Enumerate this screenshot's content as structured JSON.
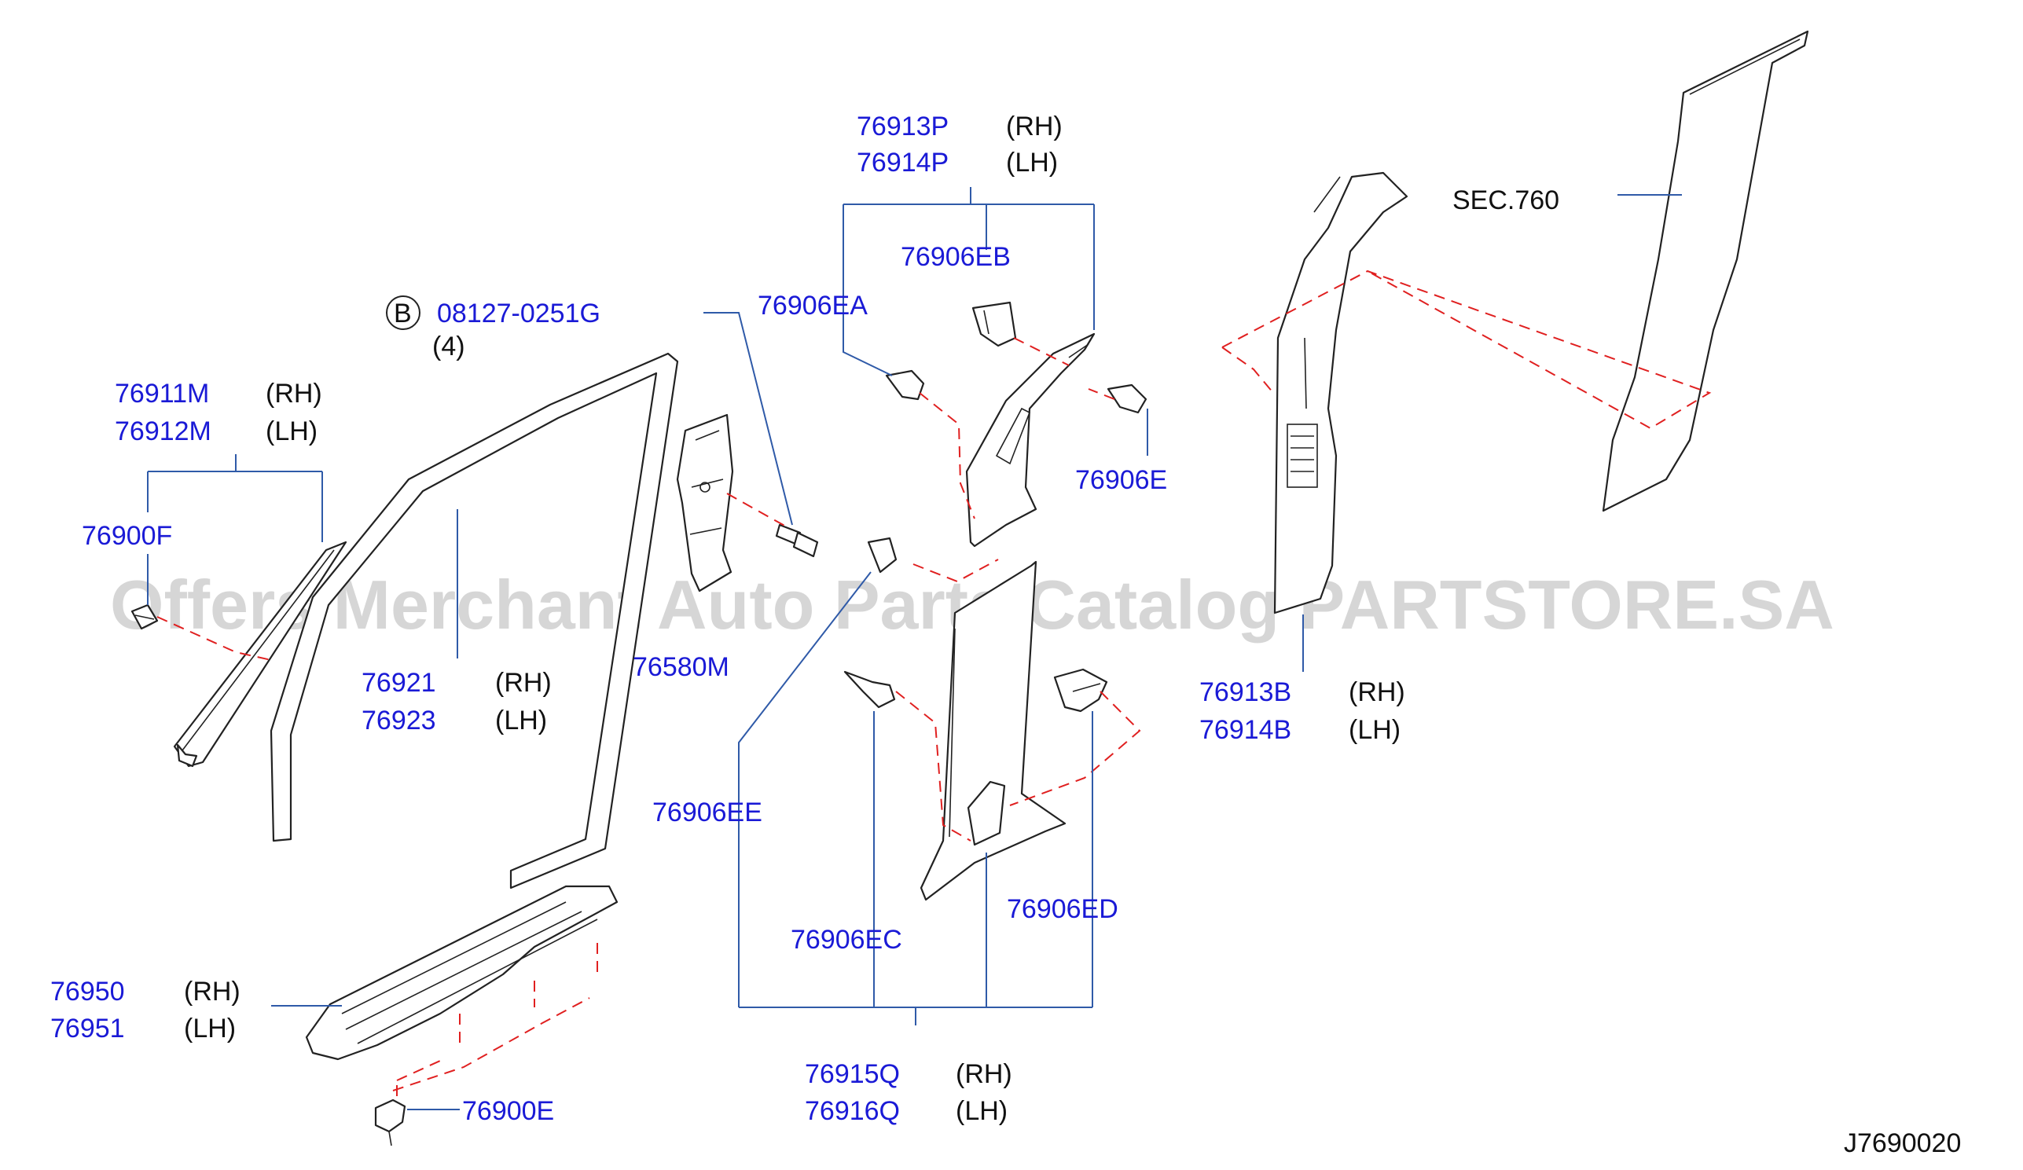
{
  "watermark": "Offers Merchant Auto Parts Catalog PARTSTORE.SA",
  "diagram_id": "J7690020",
  "section_ref": "SEC.760",
  "bolt_callout": {
    "badge": "B",
    "part": "08127-0251G",
    "qty": "(4)"
  },
  "labels": {
    "p76913P": "76913P",
    "p76913P_side": "(RH)",
    "p76914P": "76914P",
    "p76914P_side": "(LH)",
    "p76906EB": "76906EB",
    "p76906EA": "76906EA",
    "p76906E": "76906E",
    "p76911M": "76911M",
    "p76911M_side": "(RH)",
    "p76912M": "76912M",
    "p76912M_side": "(LH)",
    "p76900F": "76900F",
    "p76921": "76921",
    "p76921_side": "(RH)",
    "p76923": "76923",
    "p76923_side": "(LH)",
    "p76580M": "76580M",
    "p76906EE": "76906EE",
    "p76906EC": "76906EC",
    "p76906ED": "76906ED",
    "p76913B": "76913B",
    "p76913B_side": "(RH)",
    "p76914B": "76914B",
    "p76914B_side": "(LH)",
    "p76950": "76950",
    "p76950_side": "(RH)",
    "p76951": "76951",
    "p76951_side": "(LH)",
    "p76900E": "76900E",
    "p76915Q": "76915Q",
    "p76915Q_side": "(RH)",
    "p76916Q": "76916Q",
    "p76916Q_side": "(LH)"
  },
  "colors": {
    "part_number": "#1a1ad6",
    "leader_line": "#2f5aa8",
    "dash_line": "#e02020",
    "outline": "#222222"
  }
}
